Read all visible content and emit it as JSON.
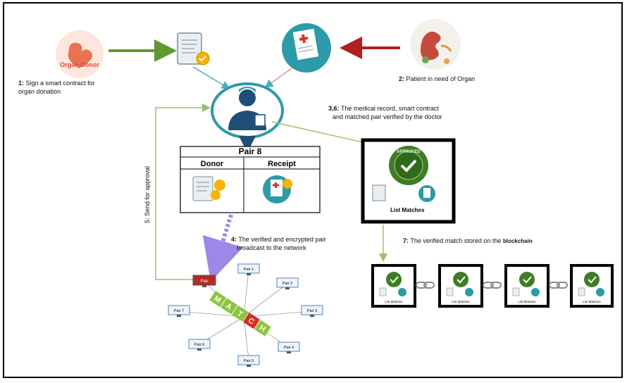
{
  "labels": {
    "step1_num": "1:",
    "step1_line1": "Sign a smart contract for",
    "step1_line2": "organ donation",
    "step2_num": "2:",
    "step2_text": "Patient in need of Organ",
    "step36_num": "3,6:",
    "step36_line1": "The medical record, smart contract",
    "step36_line2": "and matched pair verified by the doctor",
    "step4_num": "4:",
    "step4_line1": "The verified and encrypted pair",
    "step4_line2": "broadcast to the network",
    "step5": "5: Send for approval",
    "step7_num": "7:",
    "step7_text": "The verified match stored on the",
    "step7_bold": "blockchain"
  },
  "organ_donor_logo": "Organ Donor",
  "pair_table": {
    "title": "Pair 8",
    "col_donor": "Donor",
    "col_receipt": "Receipt"
  },
  "approved_box": {
    "seal_text": "APPROVED",
    "caption": "List Matches"
  },
  "block_caption": "List Matches",
  "network": {
    "center_word": [
      "M",
      "A",
      "T",
      "C",
      "H"
    ],
    "highlighted": "Pair",
    "pairs": [
      "Pair 1",
      "Pair 2",
      "Pair 3",
      "Pair 4",
      "Pair 5",
      "Pair 6",
      "Pair 7"
    ]
  },
  "colors": {
    "green_arrow": "#5f9a2f",
    "red_arrow": "#b31f1f",
    "teal": "#2c9aa8",
    "doctor_blue": "#1f4e79",
    "approved_green": "#3e7d26",
    "purple_dashed": "#9c88e6",
    "light_green_line": "#9bc06b",
    "match_green": "#8dc43f",
    "match_red": "#d82a22"
  },
  "icons": [
    "organ-donor-heart-icon",
    "contract-document-icon",
    "medical-record-icon",
    "kidney-icon",
    "doctor-icon",
    "approved-seal-icon",
    "chain-link-icon",
    "computer-icon"
  ]
}
